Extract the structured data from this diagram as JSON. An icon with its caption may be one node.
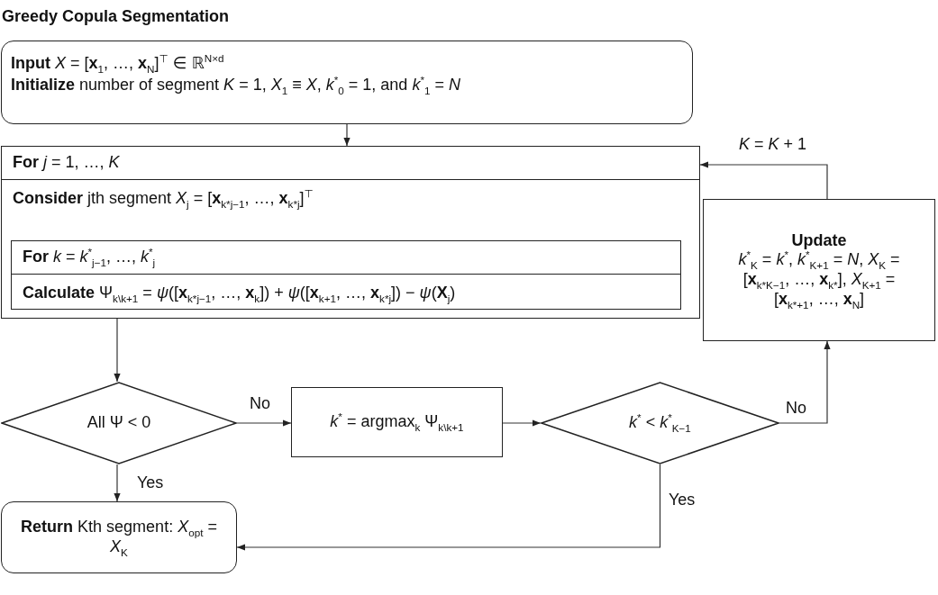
{
  "diagram": {
    "title": "Greedy Copula Segmentation",
    "nodes": [
      {
        "text": [
          "**Input**  *X* = [**x**$_{1}$, …, **x**$_{N}$]$^{⊤}$ ∈ ℝ$^{N×d}$",
          "**Initialize** number of segment *K* = 1, *X*$_{1}$ ≡ *X*, *k*$^{*}$$_{0}$ = 1, and *k*$^{*}$$_{1}$ = *N*"
        ]
      },
      {
        "text": [
          "**For** *j* = 1, …, *K*",
          "**Consider** jth segment *X*$_{j}$ = [**x**$_{k*j−1}$, …, **x**$_{k*j}$]$^{⊤}$"
        ]
      },
      {
        "text": [
          "**For** *k* = *k*$^{*}$$_{j−1}$, …, *k*$^{*}$$_{j}$",
          "**Calculate** Ψ$_{k\\k+1}$ = *ψ*([**x**$_{k*j−1}$, …, **x**$_{k}$]) + *ψ*([**x**$_{k+1}$, …, **x**$_{k*j}$]) − *ψ*(**X**$_{j}$)"
        ],
        "in": 1
      },
      {
        "text": [
          "Update",
          "*k*$^{*}$$_{K}$ = *k*$^{*}$, *k*$^{*}$$_{K+1}$ = *N*, *X*$_{K}$ = [**x**$_{k*K−1}$, …, **x**$_{k*}$], *X*$_{K+1}$ = [**x**$_{k*+1}$, …, **x**$_{N}$]"
        ]
      },
      {
        "text": [
          "All Ψ < 0"
        ]
      },
      {
        "text": [
          "*k*$^{*}$ = argmax$_{k}$ Ψ$_{k\\k+1}$"
        ]
      },
      {
        "text": [
          "*k*$^{*}$ < *k*$^{*}$$_{K−1}$"
        ]
      },
      {
        "text": [
          "**Return** Kth segment: *X*$_{opt}$ = *X*$_{K}$"
        ]
      }
    ],
    "edges": [
      {
        "from": 0,
        "to": 1,
        "arrow": "to"
      },
      {
        "from": 3,
        "to": 1,
        "arrow": "to",
        "label": "*K* = *K* + 1"
      },
      {
        "from": 1,
        "to": 4,
        "arrow": "to"
      },
      {
        "from": 4,
        "to": 5,
        "arrow": "to",
        "label": "No"
      },
      {
        "from": 5,
        "to": 6,
        "arrow": "to"
      },
      {
        "from": 6,
        "to": 3,
        "arrow": "to",
        "label": "No"
      },
      {
        "from": 4,
        "to": 7,
        "arrow": "to",
        "label": "Yes"
      },
      {
        "from": 6,
        "to": 7,
        "arrow": "to",
        "label": "Yes"
      }
    ]
  }
}
